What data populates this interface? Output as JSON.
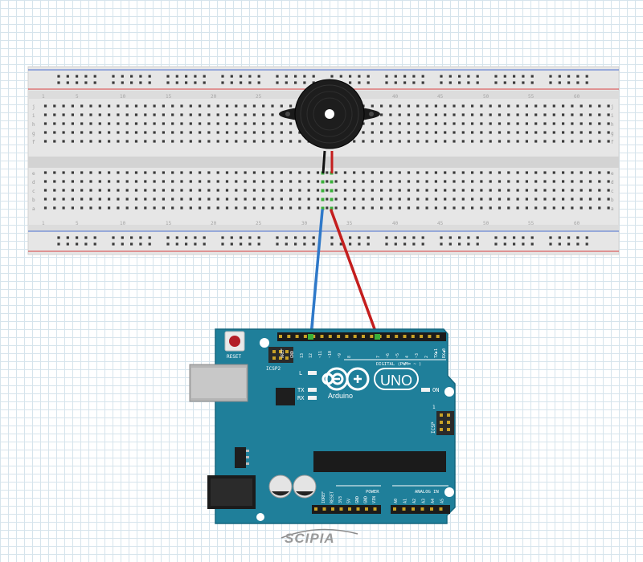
{
  "breadboard": {
    "row_letters_top": [
      "j",
      "i",
      "h",
      "g",
      "f"
    ],
    "row_letters_bottom": [
      "e",
      "d",
      "c",
      "b",
      "a"
    ],
    "column_numbers": [
      "1",
      "5",
      "10",
      "15",
      "20",
      "25",
      "30",
      "35",
      "40",
      "45",
      "50",
      "55",
      "60"
    ]
  },
  "component": {
    "name": "buzzer",
    "wires": {
      "gnd_color": "#2f79c9",
      "signal_color": "#c41e1e",
      "lead_black": "#111111"
    }
  },
  "arduino": {
    "board_color": "#1f7f9a",
    "reset_label": "RESET",
    "icsp2_label": "ICSP2",
    "icsp_label": "ICSP",
    "icsp_pin1": "1",
    "led_l": "L",
    "led_tx": "TX",
    "led_rx": "RX",
    "on_label": "ON",
    "logo_uno": "UNO",
    "logo_brand": "Arduino",
    "digital_label": "DIGITAL (PWM= ~ )",
    "header_top_pins": [
      "AREF",
      "GND",
      "13",
      "12",
      "~11",
      "~10",
      "~9",
      "8",
      "7",
      "~6",
      "~5",
      "4",
      "~3",
      "2",
      "TX▶1",
      "RX◀0"
    ],
    "power_label": "POWER",
    "power_pins": [
      "IOREF",
      "RESET",
      "3V3",
      "5V",
      "GND",
      "GND",
      "VIN"
    ],
    "analog_label": "ANALOG IN",
    "analog_pins": [
      "A0",
      "A1",
      "A2",
      "A3",
      "A4",
      "A5"
    ]
  },
  "watermark": "SCIPIA"
}
